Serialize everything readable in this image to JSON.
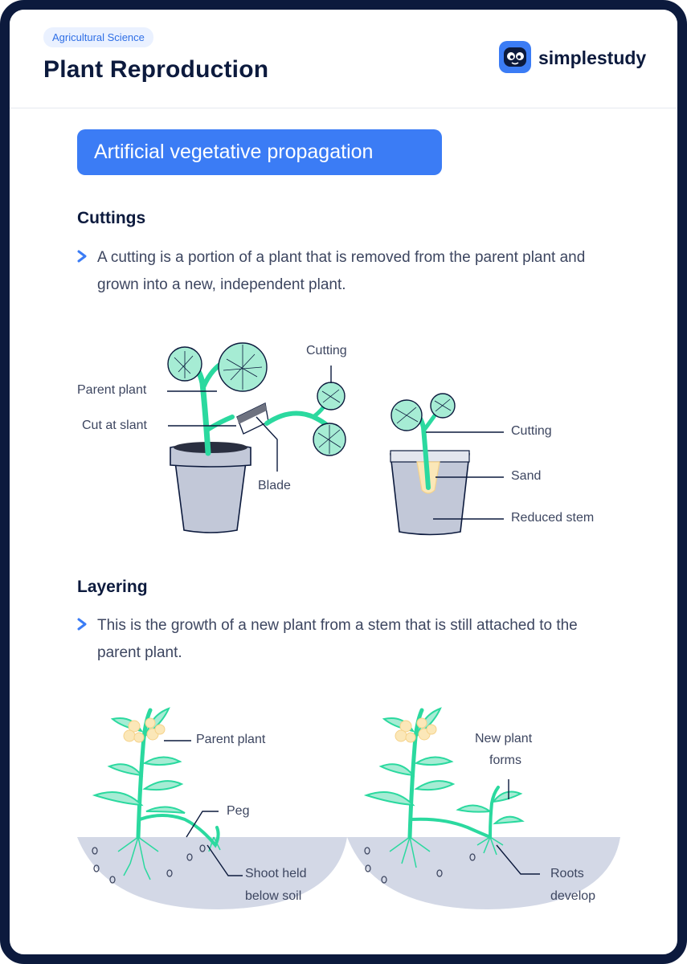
{
  "header": {
    "subject": "Agricultural Science",
    "title": "Plant Reproduction",
    "brand": "simplestudy"
  },
  "section": {
    "title": "Artificial vegetative propagation"
  },
  "cuttings": {
    "heading": "Cuttings",
    "text": "A cutting is a portion of a plant that is removed from the parent plant and grown into a new, independent plant.",
    "labels": {
      "cutting_top": "Cutting",
      "parent_plant": "Parent plant",
      "cut_at_slant": "Cut at slant",
      "blade": "Blade",
      "cutting_right": "Cutting",
      "sand": "Sand",
      "reduced_stem": "Reduced stem"
    }
  },
  "layering": {
    "heading": "Layering",
    "text": "This is the growth of a new plant from a stem that is still attached to the parent plant.",
    "labels": {
      "parent_plant": "Parent plant",
      "peg": "Peg",
      "shoot_held_1": "Shoot held",
      "shoot_held_2": "below soil",
      "new_plant_1": "New plant",
      "new_plant_2": "forms",
      "roots_1": "Roots",
      "roots_2": "develop"
    }
  },
  "colors": {
    "navy": "#0c1a3d",
    "accent_blue": "#3b7cf5",
    "plant_green": "#2bd99f",
    "leaf_fill": "#a6ecd4",
    "pot_gray": "#c2c8d8",
    "soil": "#d3d8e6"
  },
  "icons": [
    "mascot-logo-icon",
    "chevron-right-icon"
  ]
}
